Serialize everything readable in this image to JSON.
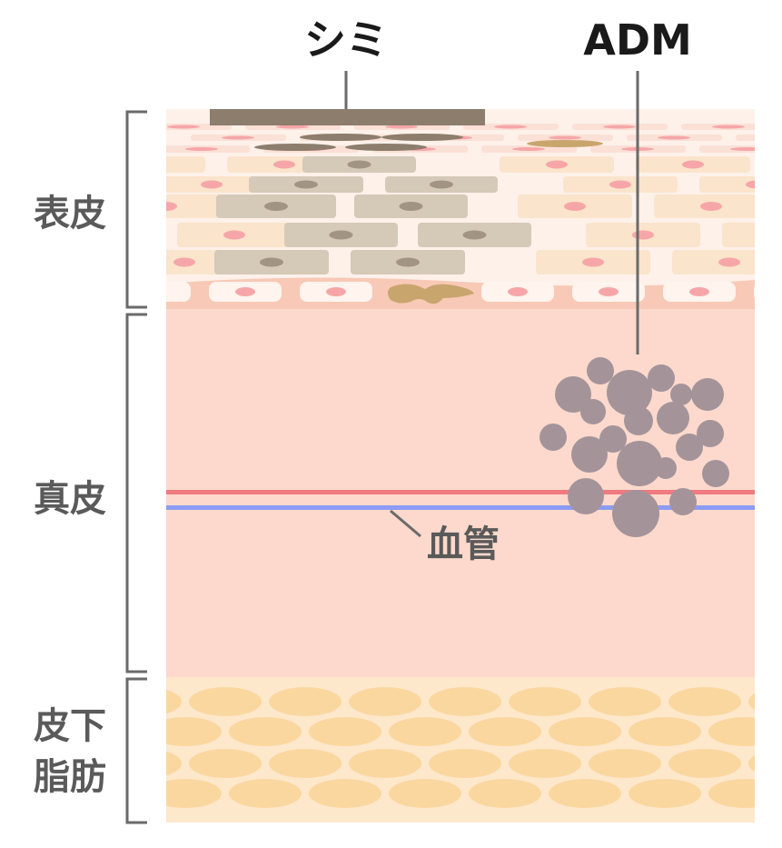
{
  "labels": {
    "shimi": "シミ",
    "adm": "ADM",
    "epidermis": "表皮",
    "dermis": "真皮",
    "subcutaneous_line1": "皮下",
    "subcutaneous_line2": "脂肪",
    "blood_vessel": "血管"
  },
  "colors": {
    "dermis": "#fcd9cc",
    "epidermis_gap": "#fdf1ea",
    "cell_beige": "#fbe4cc",
    "cell_nucleus_pink": "#f6a6a8",
    "pigmented_cell": "#d5c9b8",
    "pigment_nucleus": "#a29482",
    "melanin_dark": "#8c7d6c",
    "melanocyte": "#c9a56e",
    "basal_layer": "#f8c9b6",
    "fat_background": "#fde8cc",
    "fat_cell": "#fbd7a0",
    "artery": "#f07a80",
    "vein": "#8c9cf6",
    "adm_cluster": "#a4949a",
    "bracket": "#6a6a6a"
  }
}
